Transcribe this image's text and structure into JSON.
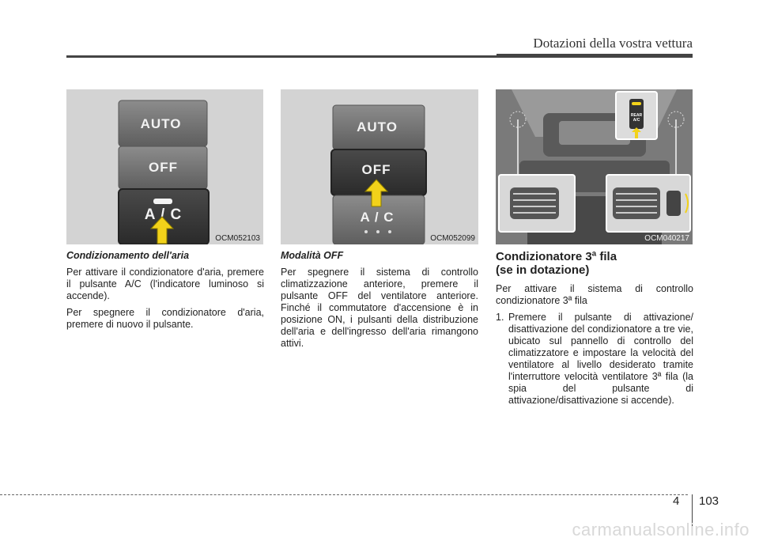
{
  "header": {
    "title": "Dotazioni della vostra vettura"
  },
  "figures": [
    {
      "code": "OCM052103",
      "buttons": [
        "AUTO",
        "OFF",
        "A / C"
      ]
    },
    {
      "code": "OCM052099",
      "buttons": [
        "AUTO",
        "OFF",
        "A / C"
      ]
    },
    {
      "code": "OCM040217",
      "buttons": [
        "REAR A/C"
      ]
    }
  ],
  "col1": {
    "subheading": "Condizionamento dell'aria",
    "p1": "Per attivare il condizionatore d'aria, premere il pulsante A/C (l'indicatore luminoso si accende).",
    "p2": "Per spegnere il condizionatore d'aria, premere di nuovo il pulsante."
  },
  "col2": {
    "subheading": "Modalità OFF",
    "p1": "Per spegnere il sistema di controllo climatizzazione anteriore, premere il pulsante OFF del ventilatore anteriore. Finché il commutatore d'accensione è in posizione ON, i pulsanti della distribuzione dell'aria e dell'ingresso dell'aria rimangono attivi."
  },
  "col3": {
    "heading_line1": "Condizionatore 3ª fila",
    "heading_line2": "(se in dotazione)",
    "p1": "Per attivare il sistema di controllo condizionatore 3ª fila",
    "item_num": "1.",
    "item_text": "Premere il pulsante di attivazione/ disattivazione del condizionatore a tre vie, ubicato sul pannello di controllo del climatizzatore e impostare la velocità del ventilatore al livello desiderato tramite l'interruttore velocità ventilatore 3ª fila (la spia del pulsante di attivazione/disattivazione si accende)."
  },
  "footer": {
    "chapter": "4",
    "page": "103"
  },
  "watermark": "carmanualsonline.info",
  "colors": {
    "accent_arrow": "#f2d21a",
    "rule": "#444444"
  }
}
